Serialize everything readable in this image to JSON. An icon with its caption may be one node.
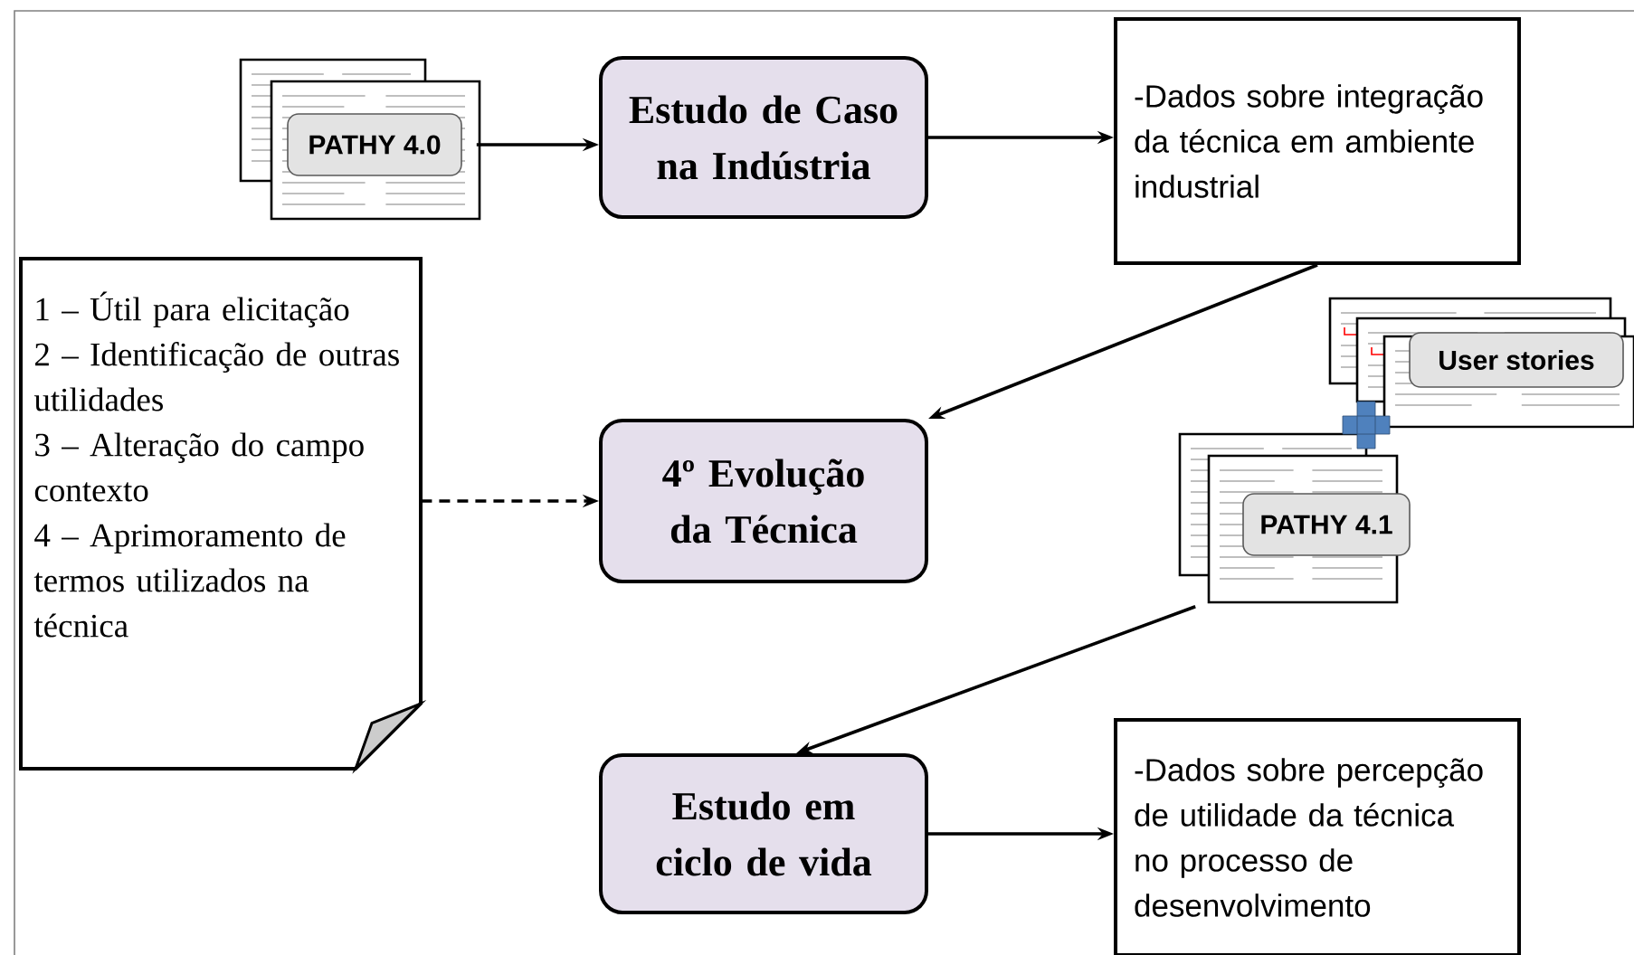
{
  "diagram": {
    "nodes": [
      {
        "text": [
          "PATHY 4.0"
        ]
      },
      {
        "text": [
          "Estudo de Caso na Indústria"
        ]
      },
      {
        "text": [
          "-Dados sobre integração  da técnica em ambiente industrial"
        ]
      },
      {
        "text": [
          "1 – Útil para elicitação",
          "2 – Identificação de outras utilidades",
          "3 – Alteração do campo contexto",
          "4 – Aprimoramento de termos utilizados na técnica"
        ]
      },
      {
        "text": [
          "4º Evolução da Técnica"
        ]
      },
      {
        "text": [
          "PATHY 4.1"
        ]
      },
      {
        "text": [
          "User stories"
        ]
      },
      {
        "text": [
          "Estudo em ciclo de vida"
        ]
      },
      {
        "text": [
          "-Dados sobre percepção de utilidade da técnica no processo de desenvolvimento"
        ]
      }
    ],
    "edges": [
      {
        "from": 0,
        "to": 1,
        "arrow": "to"
      },
      {
        "from": 1,
        "to": 2,
        "arrow": "to"
      },
      {
        "from": 2,
        "to": 4,
        "arrow": "to"
      },
      {
        "from": 3,
        "to": 4,
        "arrow": "to",
        "style": "dashed"
      },
      {
        "from": 5,
        "to": 7,
        "arrow": "to"
      },
      {
        "from": 7,
        "to": 8,
        "arrow": "to"
      }
    ]
  }
}
